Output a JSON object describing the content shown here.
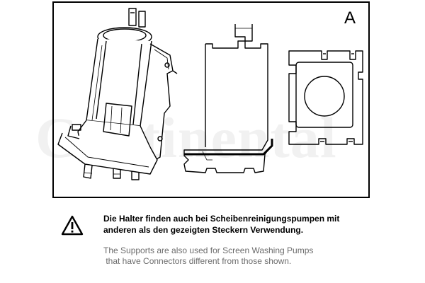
{
  "panel": {
    "label": "A",
    "watermark": "Continental"
  },
  "icons": {
    "warning": "warning-triangle-icon"
  },
  "notes": {
    "german": [
      "Die Halter finden auch bei Scheibenreinigungspumpen mit",
      "anderen als den gezeigten Steckern Verwendung."
    ],
    "english": [
      "The Supports are also used for Screen Washing Pumps",
      " that have Connectors different from those shown."
    ]
  },
  "colors": {
    "border": "#000000",
    "note_english": "#6b6b6b"
  }
}
